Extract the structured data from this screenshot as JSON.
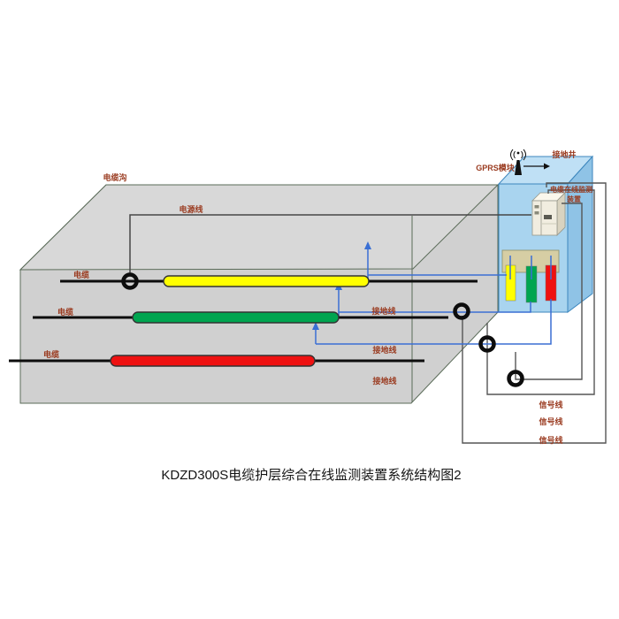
{
  "title": "KDZD300S电缆护层综合在线监测装置系统结构图2",
  "diagram": {
    "trench_label": "电缆沟",
    "power_line_label": "电源线",
    "gprs_label": "GPRS模块",
    "ground_well_label": "接地井",
    "device_label_line1": "电缆在线监测",
    "device_label_line2": "装置",
    "cables": [
      {
        "label": "电缆",
        "color": "#ffff00"
      },
      {
        "label": "电缆",
        "color": "#00a550"
      },
      {
        "label": "电缆",
        "color": "#ee1111"
      }
    ],
    "ground_wire_labels": [
      "接地线",
      "接地线",
      "接地线"
    ],
    "signal_wire_labels": [
      "信号线",
      "信号线",
      "信号线"
    ],
    "colors": {
      "trench_fill": "#d0d0d0",
      "trench_top_fill": "#d8d8d8",
      "trench_edge": "#5a6b58",
      "well_front": "#a9d4ef",
      "well_top": "#bfe0f5",
      "well_side": "#8fc3e6",
      "well_edge": "#3c86bd",
      "panel_fill": "#d6cea4",
      "ground_wire": "#3a6fd4",
      "signal_wire": "#555555",
      "power_wire": "#474747",
      "label_text": "#9a3b20"
    }
  }
}
